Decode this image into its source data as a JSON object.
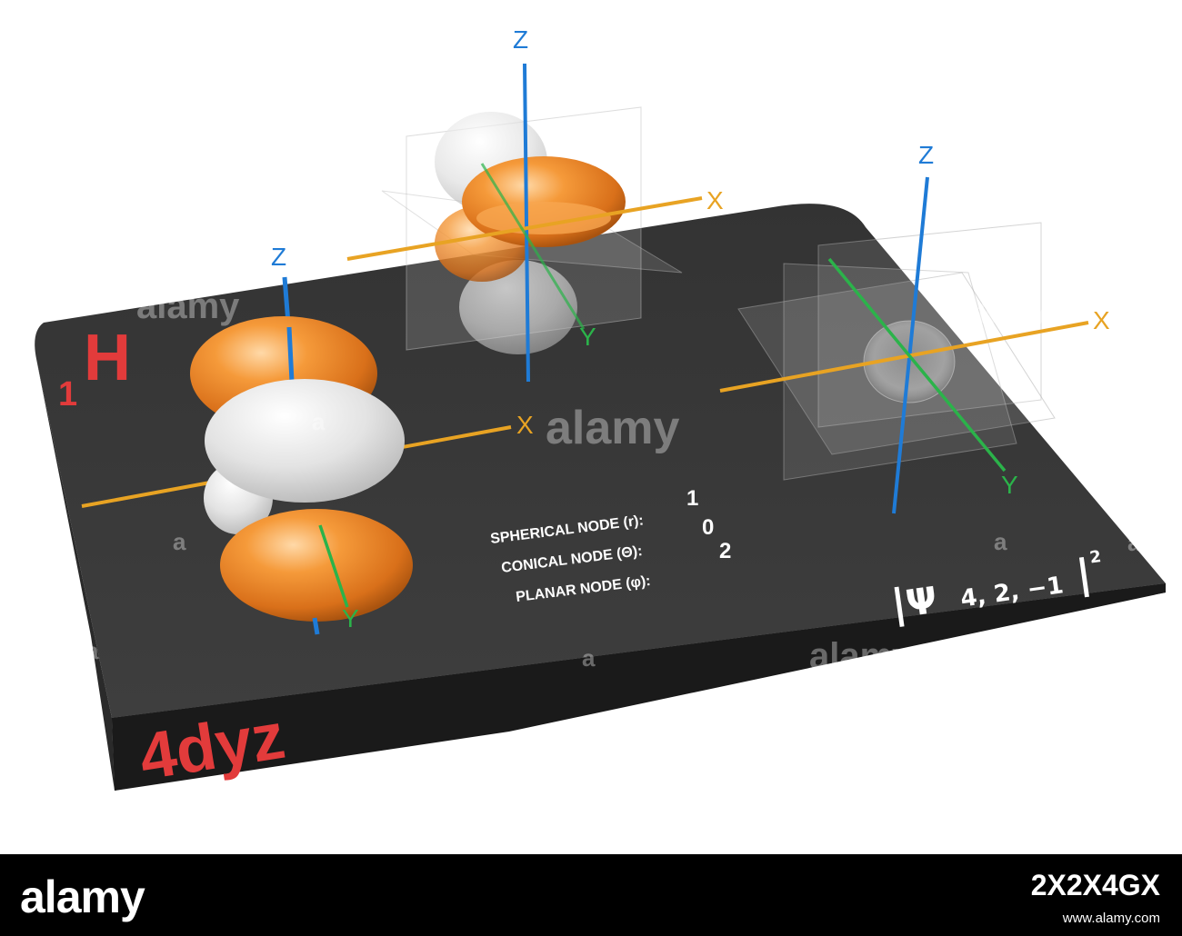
{
  "element": {
    "subscript": "1",
    "symbol": "H"
  },
  "orbital_label": "4dyz",
  "nodes": {
    "spherical": {
      "label": "SPHERICAL NODE (r):",
      "value": "1"
    },
    "conical": {
      "label": "CONICAL NODE (Θ):",
      "value": "0"
    },
    "planar": {
      "label": "PLANAR NODE (φ):",
      "value": "2"
    }
  },
  "wavefunction": {
    "bar": "|",
    "psi": "Ψ",
    "indices": "4, 2, −1",
    "exponent": "2"
  },
  "axes": {
    "x": "X",
    "y": "Y",
    "z": "Z"
  },
  "watermark": {
    "text": "alamy",
    "mark": "a"
  },
  "footer": {
    "logo": "alamy",
    "image_id": "2X2X4GX",
    "meta": "www.alamy.com"
  },
  "colors": {
    "board": "#3a3a3a",
    "board_front": "#1b1b1b",
    "orange_lobe": "#f08c2a",
    "white_lobe": "#e6e6e6",
    "x_axis": "#e8a323",
    "y_axis": "#2bb34a",
    "z_axis": "#1f7bd6",
    "label_red": "#e23b3b"
  }
}
